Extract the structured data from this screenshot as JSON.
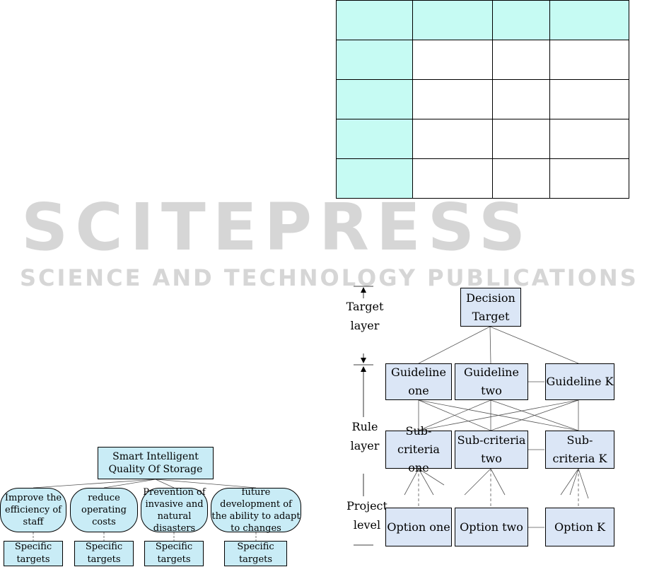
{
  "watermark": {
    "main": "SCITEPRESS",
    "sub": "SCIENCE AND TECHNOLOGY PUBLICATIONS"
  },
  "table": {
    "rows": 5,
    "cols": 4
  },
  "left_diagram": {
    "root": "Smart Intelligent Quality Of Storage",
    "goals": [
      "Improve the efficiency of staff",
      "reduce operating costs",
      "Prevention of invasive and natural disasters",
      "future development of the ability to adapt to changes"
    ],
    "targets": [
      "Specific targets",
      "Specific targets",
      "Specific targets",
      "Specific targets"
    ]
  },
  "right_diagram": {
    "layers": {
      "target": "Target layer",
      "rule": "Rule layer",
      "project": "Project level"
    },
    "decision": "Decision Target",
    "guidelines": [
      "Guideline one",
      "Guideline two",
      "Guideline K"
    ],
    "subcriteria": [
      "Sub-criteria one",
      "Sub-criteria two",
      "Sub-criteria K"
    ],
    "options": [
      "Option one",
      "Option two",
      "Option K"
    ]
  }
}
